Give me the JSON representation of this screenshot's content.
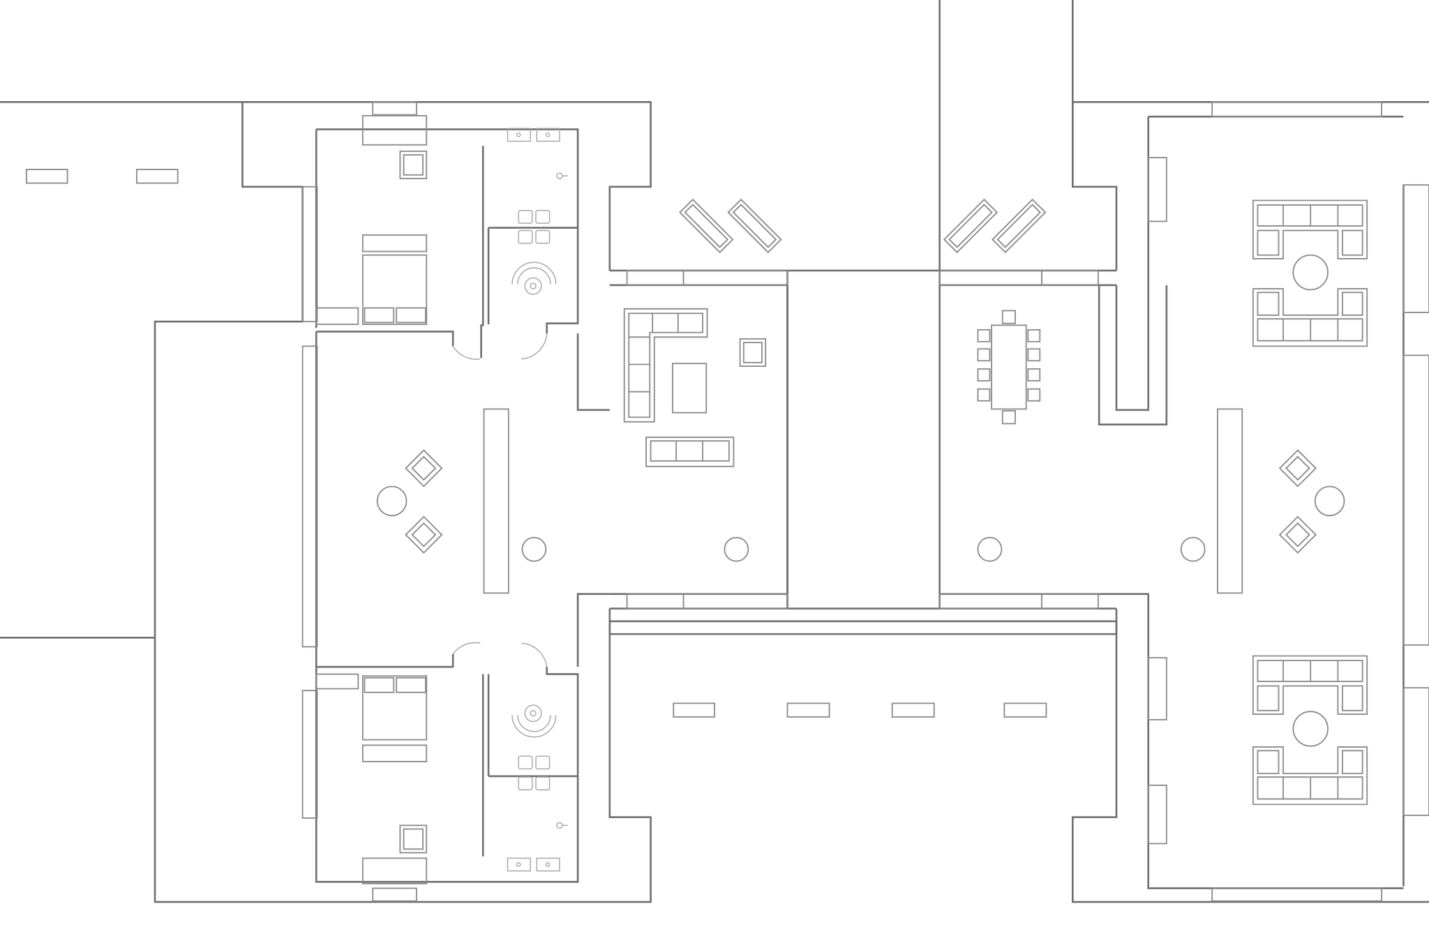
{
  "drawing": {
    "type": "architectural floor plan",
    "style": "line drawing",
    "text_labels": [],
    "colors": {
      "background": "#ffffff",
      "line": "#7a7a7a"
    }
  },
  "features": {
    "bedrooms": 2,
    "bathrooms": 2,
    "living_area": true,
    "dining_table_chairs": 10,
    "sectional_sofas": 4,
    "terrace_sun_loungers": 4
  }
}
